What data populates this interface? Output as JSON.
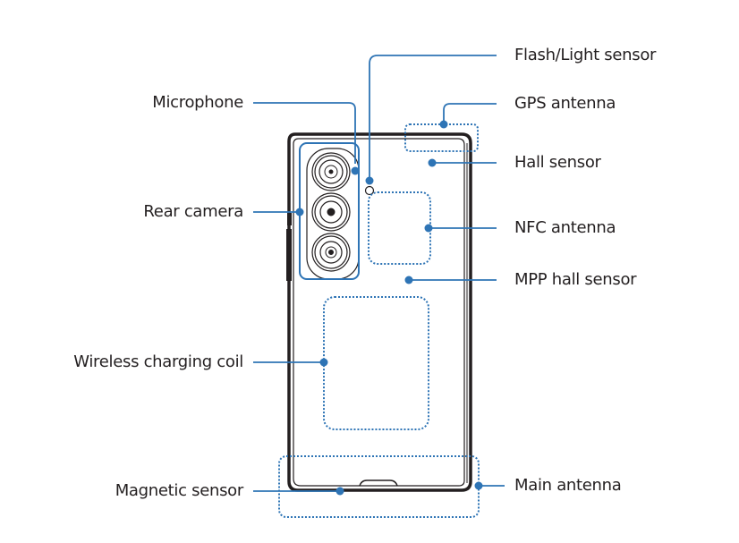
{
  "diagram": {
    "title": "Device layout - rear view",
    "accent_color": "#2e74b5",
    "outline_color": "#231f20",
    "labels_left": [
      {
        "id": "microphone",
        "text": "Microphone"
      },
      {
        "id": "rear-camera",
        "text": "Rear camera"
      },
      {
        "id": "wireless-charging-coil",
        "text": "Wireless charging coil"
      },
      {
        "id": "magnetic-sensor",
        "text": "Magnetic sensor"
      }
    ],
    "labels_right": [
      {
        "id": "flash-light-sensor",
        "text": "Flash/Light sensor"
      },
      {
        "id": "gps-antenna",
        "text": "GPS antenna"
      },
      {
        "id": "hall-sensor",
        "text": "Hall sensor"
      },
      {
        "id": "nfc-antenna",
        "text": "NFC antenna"
      },
      {
        "id": "mpp-hall-sensor",
        "text": "MPP hall sensor"
      },
      {
        "id": "main-antenna",
        "text": "Main antenna"
      }
    ]
  }
}
